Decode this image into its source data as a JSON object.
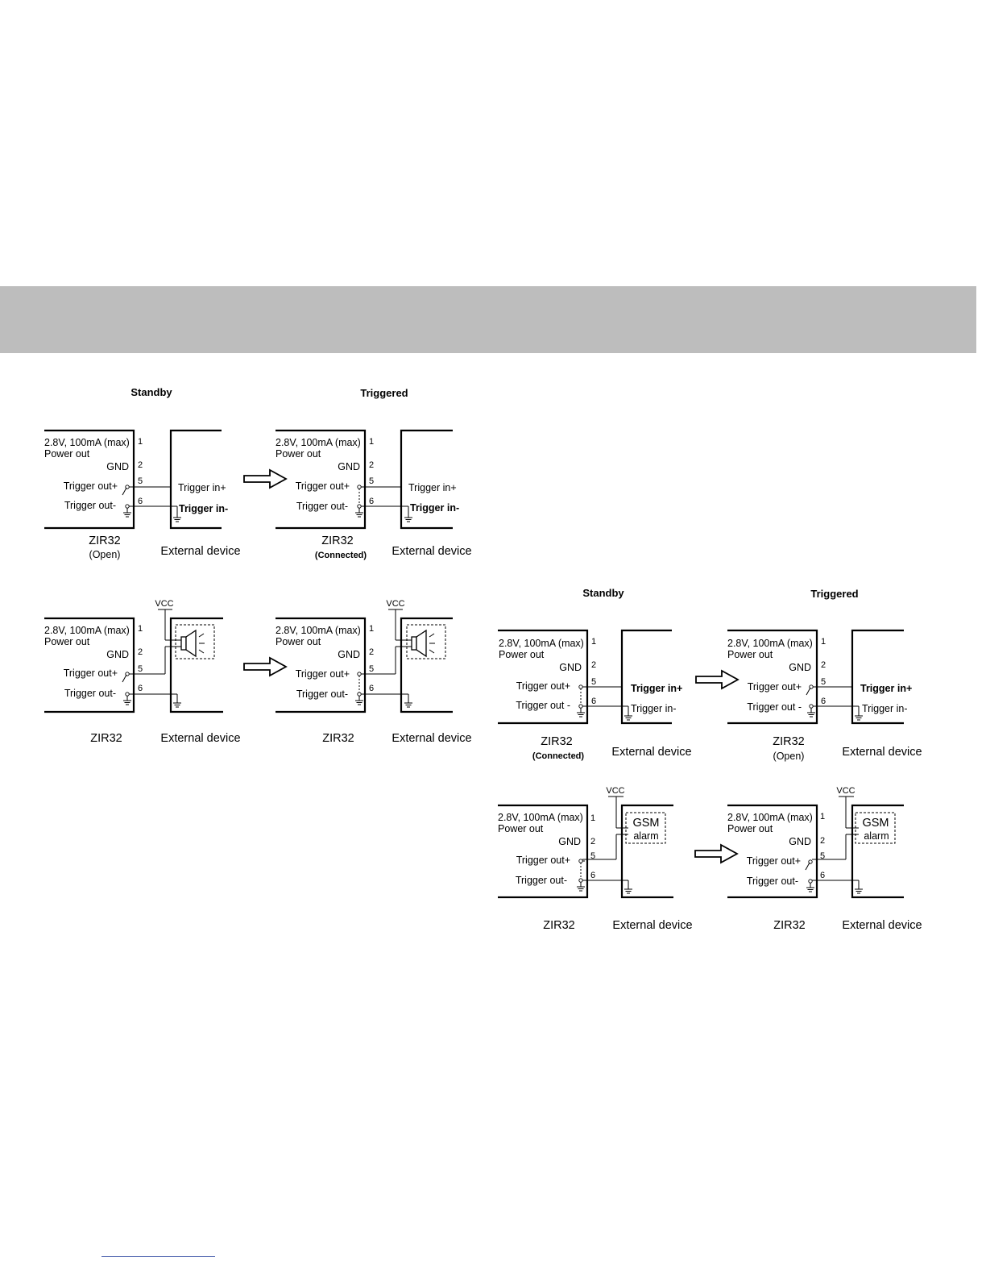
{
  "colors": {
    "band": "#bdbdbd",
    "ink": "#000000",
    "footer_line": "#5a6fb5"
  },
  "icons": {
    "state_arrow": "right-arrow-icon",
    "speaker": "speaker-icon",
    "ground": "ground-icon"
  },
  "headers": {
    "left_standby": "Standby",
    "left_triggered": "Triggered",
    "right_standby": "Standby",
    "right_triggered": "Triggered"
  },
  "labels": {
    "power": "2.8V, 100mA (max)",
    "power_out": "Power out",
    "gnd": "GND",
    "trigger_out_plus": "Trigger out+",
    "trigger_out_minus": "Trigger out-",
    "trigger_out_minus_spaced": "Trigger out -",
    "trigger_in_plus": "Trigger in+",
    "trigger_in_minus": "Trigger in-",
    "pin1": "1",
    "pin2": "2",
    "pin5": "5",
    "pin6": "6",
    "device": "ZIR32",
    "external": "External device",
    "open": "(Open)",
    "connected": "(Connected)",
    "vcc": "VCC",
    "gsm": "GSM",
    "alarm": "alarm"
  }
}
